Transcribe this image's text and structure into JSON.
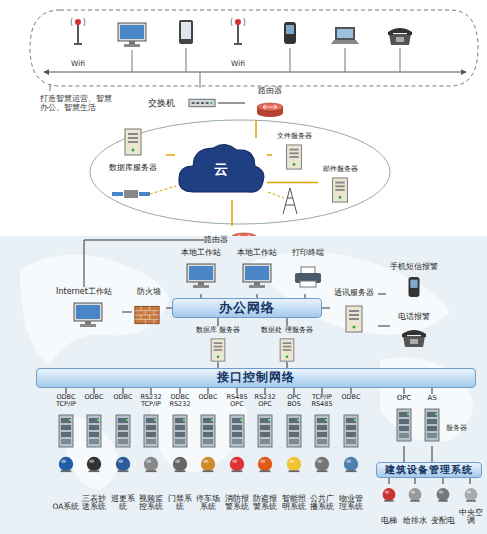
{
  "diagram": {
    "nodes": [
      {
        "text": [
          "交换机"
        ]
      },
      {
        "text": [
          "路由器"
        ]
      },
      {
        "text": [
          "云"
        ]
      },
      {
        "text": [
          "数据库服务器"
        ]
      },
      {
        "text": [
          "文件服务器"
        ]
      },
      {
        "text": [
          "邮件服务器"
        ]
      },
      {
        "text": [
          "路由器"
        ]
      },
      {
        "text": [
          "Internet工作站"
        ]
      },
      {
        "text": [
          "防火墙"
        ]
      },
      {
        "text": [
          "本地工作站"
        ]
      },
      {
        "text": [
          "本地工作站"
        ]
      },
      {
        "text": [
          "打印终端"
        ]
      },
      {
        "text": [
          "办公网络"
        ]
      },
      {
        "text": [
          "通讯服务器"
        ]
      },
      {
        "text": [
          "手机短信报警"
        ]
      },
      {
        "text": [
          "电话报警"
        ]
      },
      {
        "text": [
          "数据库 服务器"
        ]
      },
      {
        "text": [
          "数据处 理服务器"
        ]
      },
      {
        "text": [
          "接口控制网络"
        ]
      },
      {
        "text": [
          "ODBC TCP/IP",
          "OA系统"
        ]
      },
      {
        "text": [
          "ODBC",
          "三表抄送系统"
        ]
      },
      {
        "text": [
          "ODBC",
          "巡更系统"
        ]
      },
      {
        "text": [
          "RS232 TCP/IP",
          "视频监控系统"
        ]
      },
      {
        "text": [
          "ODBC RS232",
          "门禁系统"
        ]
      },
      {
        "text": [
          "ODBC",
          "停车场系统"
        ]
      },
      {
        "text": [
          "RS485 OPC",
          "消防报警系统"
        ]
      },
      {
        "text": [
          "RS232 OPC",
          "防盗报警系统"
        ]
      },
      {
        "text": [
          "OPC BOS",
          "智能照明系统"
        ]
      },
      {
        "text": [
          "TCP/IP RS485",
          "公共广播系统"
        ]
      },
      {
        "text": [
          "ODBC",
          "物业管理系统"
        ]
      },
      {
        "text": [
          "OPC"
        ]
      },
      {
        "text": [
          "AS"
        ]
      },
      {
        "text": [
          "建筑设备管理系统"
        ]
      },
      {
        "text": [
          "电梯"
        ]
      },
      {
        "text": [
          "给排水"
        ]
      },
      {
        "text": [
          "变配电"
        ]
      },
      {
        "text": [
          "中央空调"
        ]
      }
    ],
    "edges": [
      {
        "from": 0,
        "to": 1,
        "arrow": "none"
      },
      {
        "from": 1,
        "to": 2,
        "arrow": "none"
      },
      {
        "from": 2,
        "to": 3,
        "arrow": "none"
      },
      {
        "from": 2,
        "to": 4,
        "arrow": "none"
      },
      {
        "from": 2,
        "to": 5,
        "arrow": "none"
      },
      {
        "from": 2,
        "to": 6,
        "arrow": "none"
      },
      {
        "from": 6,
        "to": 7,
        "arrow": "none"
      },
      {
        "from": 7,
        "to": 8,
        "arrow": "none"
      },
      {
        "from": 8,
        "to": 12,
        "arrow": "none"
      },
      {
        "from": 9,
        "to": 12,
        "arrow": "none"
      },
      {
        "from": 10,
        "to": 12,
        "arrow": "none"
      },
      {
        "from": 11,
        "to": 12,
        "arrow": "none"
      },
      {
        "from": 12,
        "to": 13,
        "arrow": "none"
      },
      {
        "from": 13,
        "to": 14,
        "arrow": "none"
      },
      {
        "from": 13,
        "to": 15,
        "arrow": "none"
      },
      {
        "from": 12,
        "to": 16,
        "arrow": "none"
      },
      {
        "from": 12,
        "to": 17,
        "arrow": "none"
      },
      {
        "from": 16,
        "to": 18,
        "arrow": "none"
      },
      {
        "from": 17,
        "to": 18,
        "arrow": "none"
      },
      {
        "from": 18,
        "to": 19,
        "arrow": "none"
      },
      {
        "from": 18,
        "to": 20,
        "arrow": "none"
      },
      {
        "from": 18,
        "to": 21,
        "arrow": "none"
      },
      {
        "from": 18,
        "to": 22,
        "arrow": "none"
      },
      {
        "from": 18,
        "to": 23,
        "arrow": "none"
      },
      {
        "from": 18,
        "to": 24,
        "arrow": "none"
      },
      {
        "from": 18,
        "to": 25,
        "arrow": "none"
      },
      {
        "from": 18,
        "to": 26,
        "arrow": "none"
      },
      {
        "from": 18,
        "to": 27,
        "arrow": "none"
      },
      {
        "from": 18,
        "to": 28,
        "arrow": "none"
      },
      {
        "from": 18,
        "to": 29,
        "arrow": "none"
      },
      {
        "from": 18,
        "to": 30,
        "arrow": "none"
      },
      {
        "from": 18,
        "to": 31,
        "arrow": "none"
      },
      {
        "from": 30,
        "to": 32,
        "arrow": "none"
      },
      {
        "from": 31,
        "to": 32,
        "arrow": "none"
      },
      {
        "from": 32,
        "to": 33,
        "arrow": "none"
      },
      {
        "from": 32,
        "to": 34,
        "arrow": "none"
      },
      {
        "from": 32,
        "to": 35,
        "arrow": "none"
      },
      {
        "from": 32,
        "to": 36,
        "arrow": "none"
      }
    ],
    "labels": [
      "Wifi",
      "Wifi",
      "打造智慧运营、智慧 办公、智慧生活",
      "服务器"
    ]
  }
}
